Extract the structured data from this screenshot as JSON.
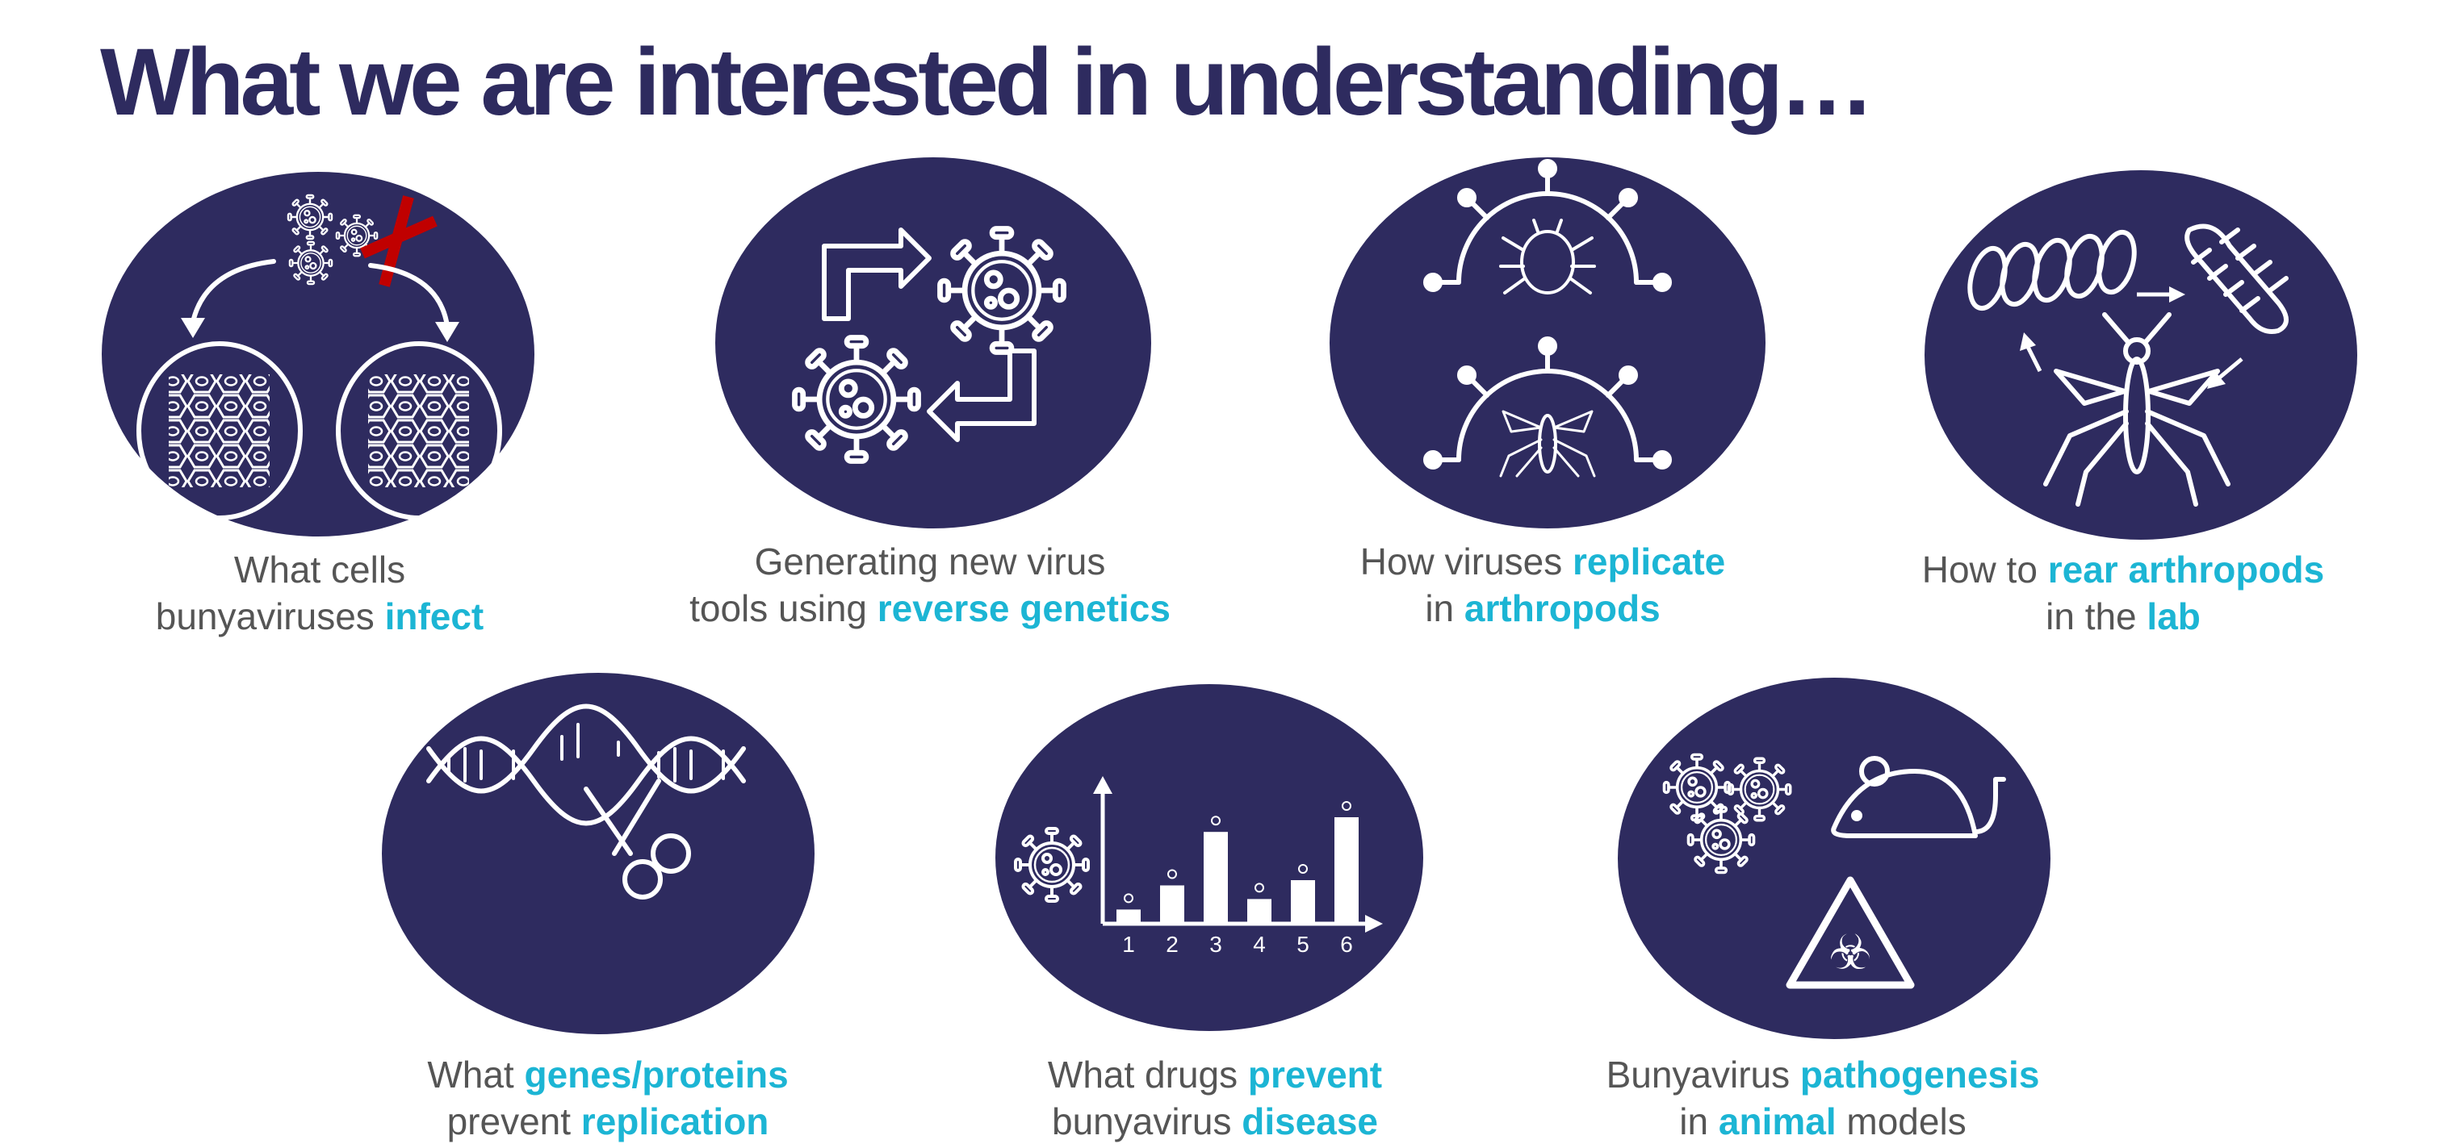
{
  "title": "What we are interested in understanding…",
  "colors": {
    "navy": "#2e2b5f",
    "accent": "#1cb5d4",
    "text": "#555555",
    "cross": "#c00000"
  },
  "topics": [
    {
      "icon": "infected-cells-icon",
      "lines": [
        [
          {
            "t": "What cells",
            "hl": false
          }
        ],
        [
          {
            "t": "bunyaviruses ",
            "hl": false
          },
          {
            "t": "infect",
            "hl": true
          }
        ]
      ]
    },
    {
      "icon": "reverse-genetics-icon",
      "lines": [
        [
          {
            "t": "Generating new virus",
            "hl": false
          }
        ],
        [
          {
            "t": "tools using ",
            "hl": false
          },
          {
            "t": "reverse genetics",
            "hl": true
          }
        ]
      ]
    },
    {
      "icon": "arthropod-virus-icon",
      "lines": [
        [
          {
            "t": "How viruses ",
            "hl": false
          },
          {
            "t": "replicate",
            "hl": true
          }
        ],
        [
          {
            "t": "in ",
            "hl": false
          },
          {
            "t": "arthropods",
            "hl": true
          }
        ]
      ]
    },
    {
      "icon": "arthropod-lifecycle-icon",
      "lines": [
        [
          {
            "t": "How to ",
            "hl": false
          },
          {
            "t": "rear arthropods",
            "hl": true
          }
        ],
        [
          {
            "t": "in the ",
            "hl": false
          },
          {
            "t": "lab",
            "hl": true
          }
        ]
      ]
    },
    {
      "icon": "dna-scissors-icon",
      "lines": [
        [
          {
            "t": "What ",
            "hl": false
          },
          {
            "t": "genes/proteins",
            "hl": true
          }
        ],
        [
          {
            "t": "prevent ",
            "hl": false
          },
          {
            "t": "replication",
            "hl": true
          }
        ]
      ]
    },
    {
      "icon": "drug-screen-chart-icon",
      "lines": [
        [
          {
            "t": "What drugs ",
            "hl": false
          },
          {
            "t": "prevent",
            "hl": true
          }
        ],
        [
          {
            "t": "bunyavirus ",
            "hl": false
          },
          {
            "t": "disease",
            "hl": true
          }
        ]
      ]
    },
    {
      "icon": "animal-model-icon",
      "lines": [
        [
          {
            "t": "Bunyavirus ",
            "hl": false
          },
          {
            "t": "pathogenesis",
            "hl": true
          }
        ],
        [
          {
            "t": "in ",
            "hl": false
          },
          {
            "t": "animal",
            "hl": true
          },
          {
            "t": " models",
            "hl": false
          }
        ]
      ]
    }
  ],
  "chart_data": {
    "type": "bar",
    "categories": [
      "1",
      "2",
      "3",
      "4",
      "5",
      "6"
    ],
    "values": [
      0.12,
      0.35,
      0.86,
      0.22,
      0.4,
      1.0
    ],
    "title": "",
    "xlabel": "",
    "ylabel": "",
    "ylim": [
      0,
      1
    ]
  }
}
